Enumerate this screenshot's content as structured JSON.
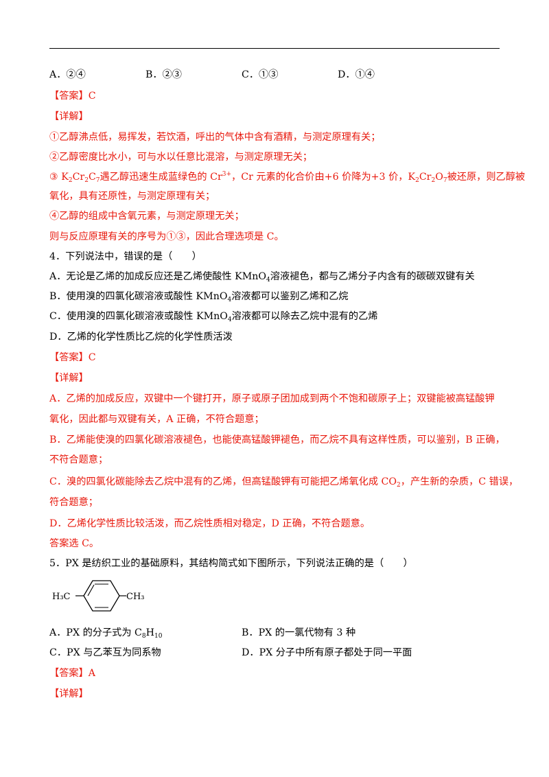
{
  "q3": {
    "options": [
      "A．②④",
      "B．②③",
      "C．①③",
      "D．①④"
    ],
    "answer_tag": "【答案】",
    "answer": "C",
    "detail_tag": "【详解】",
    "d1": "①乙醇沸点低，易挥发，若饮酒，呼出的气体中含有酒精，与测定原理有关；",
    "d2": "②乙醇密度比水小，可与水以任意比混溶，与测定原理无关；",
    "d3": {
      "p1": "③ K",
      "s1": "2",
      "p2": "Cr",
      "s2": "2",
      "p3": "C",
      "s3": "7",
      "p4": "遇乙醇迅速生成蓝绿色的 Cr",
      "sup": "3+",
      "p5": "，Cr 元素的化合价由+6 价降为+3 价，K",
      "s4": "2",
      "p6": "Cr",
      "s5": "2",
      "p7": "O",
      "s6": "7",
      "p8": "被还原，则乙醇被"
    },
    "d3b": "氧化，具有还原性，与测定原理有关；",
    "d4": "④乙醇的组成中含氧元素，与测定原理无关；",
    "d5": "则与反应原理有关的序号为①③，因此合理选项是 C。"
  },
  "q4": {
    "stem": "4．下列说法中，错误的是（　　）",
    "A": {
      "p1": "A．无论是乙烯的加成反应还是乙烯使酸性 KMnO",
      "s": "4",
      "p2": "溶液褪色，都与乙烯分子内含有的碳碳双键有关"
    },
    "B": {
      "p1": "B．使用溴的四氯化碳溶液或酸性 KMnO",
      "s": "4",
      "p2": "溶液都可以鉴别乙烯和乙烷"
    },
    "C": {
      "p1": "C．使用溴的四氯化碳溶液或酸性 KMnO",
      "s": "4",
      "p2": "溶液都可以除去乙烷中混有的乙烯"
    },
    "D": "D．乙烯的化学性质比乙烷的化学性质活泼",
    "answer_tag": "【答案】",
    "answer": "C",
    "detail_tag": "【详解】",
    "dA1": "A．乙烯的加成反应，双键中一个键打开，原子或原子团加成到两个不饱和碳原子上；双键能被高锰酸钾",
    "dA2": "氧化，因此都与双键有关，A 正确，不符合题意；",
    "dB1": "B．乙烯能使溴的四氯化碳溶液褪色，也能使高锰酸钾褪色，而乙烷不具有这样性质，可以鉴别，B 正确，",
    "dB2": "不符合题意；",
    "dC1": {
      "p1": "C．溴的四氯化碳能除去乙烷中混有的乙烯，但高锰酸钾有可能把乙烯氧化成 CO",
      "s": "2",
      "p2": "，产生新的杂质，C 错误，"
    },
    "dC2": "符合题意；",
    "dD": "D．乙烯化学性质比较活泼，而乙烷性质相对稳定，D 正确，不符合题意。",
    "conclusion": "答案选 C。"
  },
  "q5": {
    "stem": "5．PX 是纺织工业的基础原料，其结构简式如下图所示，下列说法正确的是（　　）",
    "struct": {
      "left_label": "H₃C",
      "right_label": "CH₃"
    },
    "A": {
      "p1": "A．PX 的分子式为 C",
      "s1": "8",
      "p2": "H",
      "s2": "10"
    },
    "B": "B．PX 的一氯代物有 3 种",
    "C": "C．PX 与乙苯互为同系物",
    "D": "D．PX 分子中所有原子都处于同一平面",
    "answer_tag": "【答案】",
    "answer": "A",
    "detail_tag": "【详解】"
  }
}
